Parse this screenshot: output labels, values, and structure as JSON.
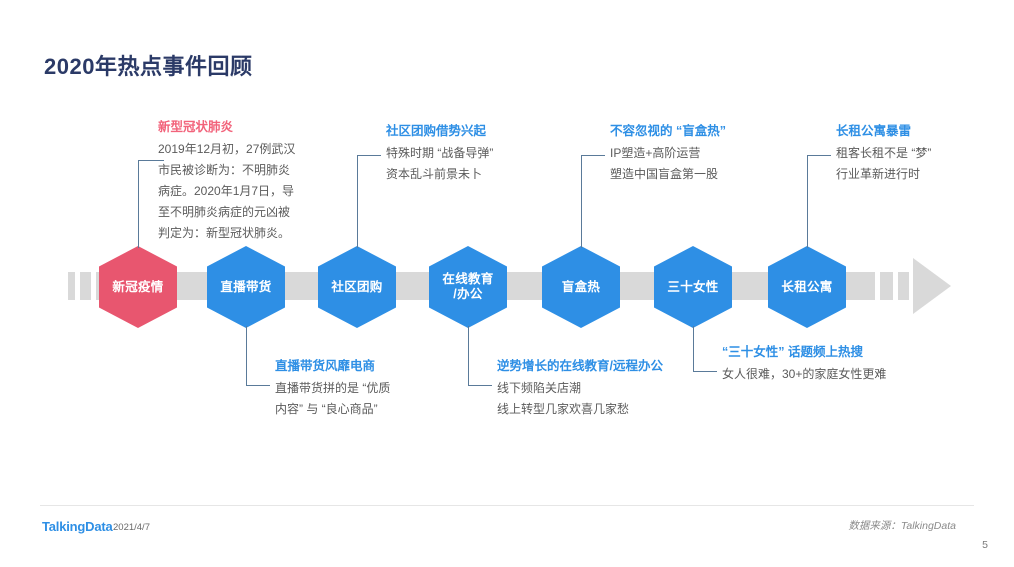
{
  "page": {
    "title": "2020年热点事件回顾",
    "number": "5"
  },
  "colors": {
    "title": "#2b3a67",
    "accent_blue": "#2e8fe5",
    "accent_red": "#e8566f",
    "rail_gray": "#d9d9d9",
    "connector": "#5a7a99"
  },
  "timeline": {
    "nodes": [
      {
        "label": "新冠疫情",
        "label_line2": "",
        "color": "red"
      },
      {
        "label": "直播带货",
        "label_line2": "",
        "color": "blue"
      },
      {
        "label": "社区团购",
        "label_line2": "",
        "color": "blue"
      },
      {
        "label": "在线教育",
        "label_line2": "/办公",
        "color": "blue"
      },
      {
        "label": "盲盒热",
        "label_line2": "",
        "color": "blue"
      },
      {
        "label": "三十女性",
        "label_line2": "",
        "color": "blue"
      },
      {
        "label": "长租公寓",
        "label_line2": "",
        "color": "blue"
      }
    ]
  },
  "notes_top": [
    {
      "heading": "新型冠状肺炎",
      "heading_color": "red",
      "lines": [
        "2019年12月初，27例武汉",
        "市民被诊断为：不明肺炎",
        "病症。2020年1月7日，导",
        "至不明肺炎病症的元凶被",
        "判定为：新型冠状肺炎。"
      ]
    },
    {
      "heading": "社区团购借势兴起",
      "heading_color": "blue",
      "lines": [
        "特殊时期 “战备导弹”",
        "资本乱斗前景未卜"
      ]
    },
    {
      "heading": "不容忽视的 “盲盒热”",
      "heading_color": "blue",
      "lines": [
        "IP塑造+高阶运营",
        "塑造中国盲盒第一股"
      ]
    },
    {
      "heading": "长租公寓暴雷",
      "heading_color": "blue",
      "lines": [
        "租客长租不是 “梦”",
        "行业革新进行时"
      ]
    }
  ],
  "notes_bottom": [
    {
      "heading": "直播带货风靡电商",
      "heading_color": "blue",
      "lines": [
        "直播带货拼的是 “优质",
        "内容” 与 “良心商品”"
      ]
    },
    {
      "heading": "逆势增长的在线教育/远程办公",
      "heading_color": "blue",
      "lines": [
        "线下频陷关店潮",
        "线上转型几家欢喜几家愁"
      ]
    },
    {
      "heading": "“三十女性” 话题频上热搜",
      "heading_color": "blue",
      "lines": [
        "女人很难，30+的家庭女性更难"
      ]
    }
  ],
  "footer": {
    "brand": "TalkingData",
    "date": "2021/4/7",
    "source": "数据来源：TalkingData"
  }
}
